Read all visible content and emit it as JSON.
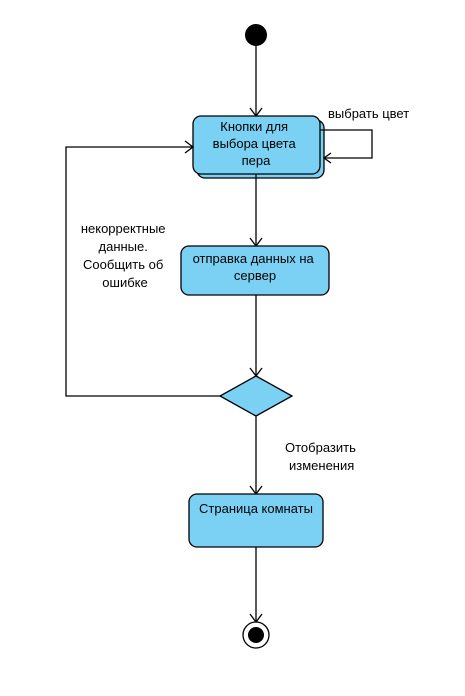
{
  "colors": {
    "node_fill": "#7ad1f4",
    "line": "#000000",
    "initial": "#000000",
    "background": "#ffffff"
  },
  "nodes": {
    "pen_color_buttons": [
      "Кнопки для",
      "выбора цвета",
      "пера"
    ],
    "send_data": [
      "отправка данных на",
      "сервер"
    ],
    "room_page": [
      "Страница комнаты"
    ]
  },
  "edges": {
    "self_loop_label": [
      "выбрать цвет"
    ],
    "error_label": [
      "некорректные",
      "данные.",
      "Сообщить об",
      "ошибке"
    ],
    "success_label": [
      "Отобразить",
      "изменения"
    ]
  }
}
